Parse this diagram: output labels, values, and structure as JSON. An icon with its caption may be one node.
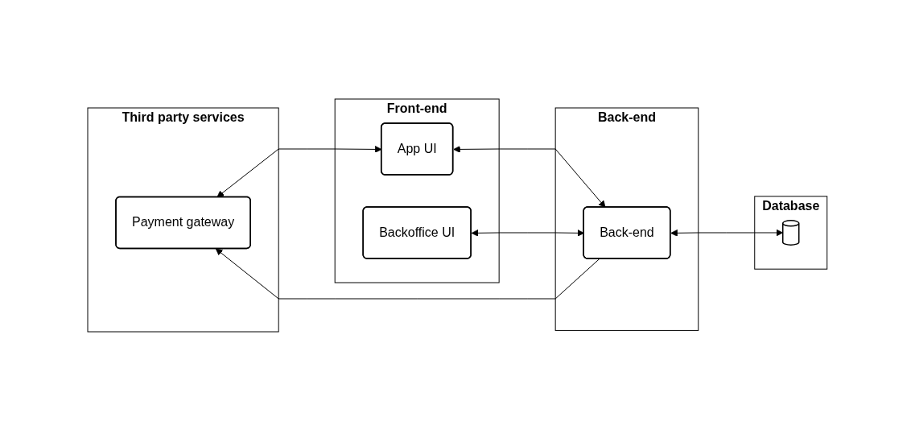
{
  "diagram": {
    "nodes": [
      {
        "text": [
          "Third party services"
        ]
      },
      {
        "text": [
          "Payment gateway"
        ],
        "in": 0
      },
      {
        "text": [
          "Front-end"
        ]
      },
      {
        "text": [
          "App UI"
        ],
        "in": 2
      },
      {
        "text": [
          "Backoffice UI"
        ],
        "in": 2
      },
      {
        "text": [
          "Back-end"
        ]
      },
      {
        "text": [
          "Back-end"
        ],
        "in": 5
      },
      {
        "text": [
          "Database"
        ]
      },
      {
        "text": [],
        "shape": "cylinder",
        "in": 7
      }
    ],
    "edges": [
      {
        "from": 1,
        "to": 3,
        "arrow": "both"
      },
      {
        "from": 6,
        "to": 1,
        "arrow": "to"
      },
      {
        "from": 3,
        "to": 6,
        "arrow": "both"
      },
      {
        "from": 4,
        "to": 6,
        "arrow": "both"
      },
      {
        "from": 6,
        "to": 8,
        "arrow": "both"
      }
    ]
  }
}
